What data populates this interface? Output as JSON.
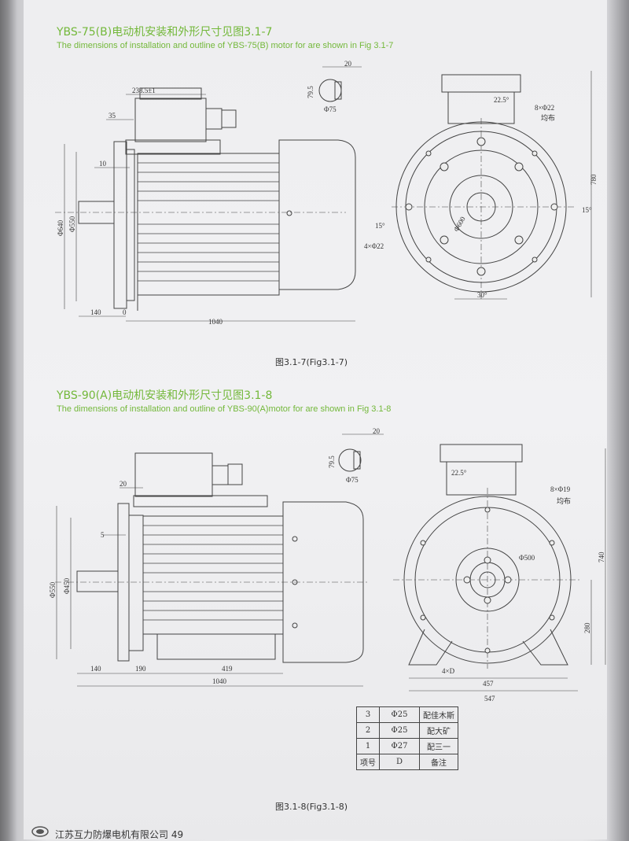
{
  "fig1": {
    "title_cn": "YBS-75(B)电动机安装和外形尺寸见图3.1-7",
    "title_en": "The dimensions of installation and outline of YBS-75(B) motor for are shown in Fig 3.1-7",
    "caption": "图3.1-7(Fig3.1-7)",
    "dims": {
      "d238": "238.5±1",
      "d35": "35",
      "d10": "10",
      "d640": "Φ640",
      "d550": "Φ550",
      "d140": "140",
      "d0": "0",
      "d1040": "1040",
      "d20": "20",
      "d79": "79.5",
      "d75": "Φ75",
      "d22_5": "22.5°",
      "d8x22": "8×Φ22",
      "jun": "均布",
      "d780": "780",
      "d15a": "15°",
      "d15b": "15°",
      "d600": "Φ600",
      "d4x22": "4×Φ22",
      "d30": "30°"
    }
  },
  "fig2": {
    "title_cn": "YBS-90(A)电动机安装和外形尺寸见图3.1-8",
    "title_en": "The dimensions of installation and outline of YBS-90(A)motor for are shown in Fig 3.1-8",
    "caption": "图3.1-8(Fig3.1-8)",
    "dims": {
      "d20": "20",
      "d5": "5",
      "d550": "Φ550",
      "d450": "Φ450",
      "d140": "140",
      "d190": "190",
      "d419": "419",
      "d1040": "1040",
      "s20": "20",
      "s79": "79.5",
      "s75": "Φ75",
      "d22_5": "22.5°",
      "d8x19": "8×Φ19",
      "jun": "均布",
      "d500": "Φ500",
      "d740": "740",
      "d280": "280",
      "d4xD": "4×D",
      "d457": "457",
      "d547": "547"
    }
  },
  "table": {
    "rows": [
      [
        "3",
        "Φ25",
        "配佳木斯"
      ],
      [
        "2",
        "Φ25",
        "配大矿"
      ],
      [
        "1",
        "Φ27",
        "配三一"
      ],
      [
        "项号",
        "D",
        "备注"
      ]
    ]
  },
  "footer": {
    "text": "江苏互力防爆电机有限公司 49"
  }
}
